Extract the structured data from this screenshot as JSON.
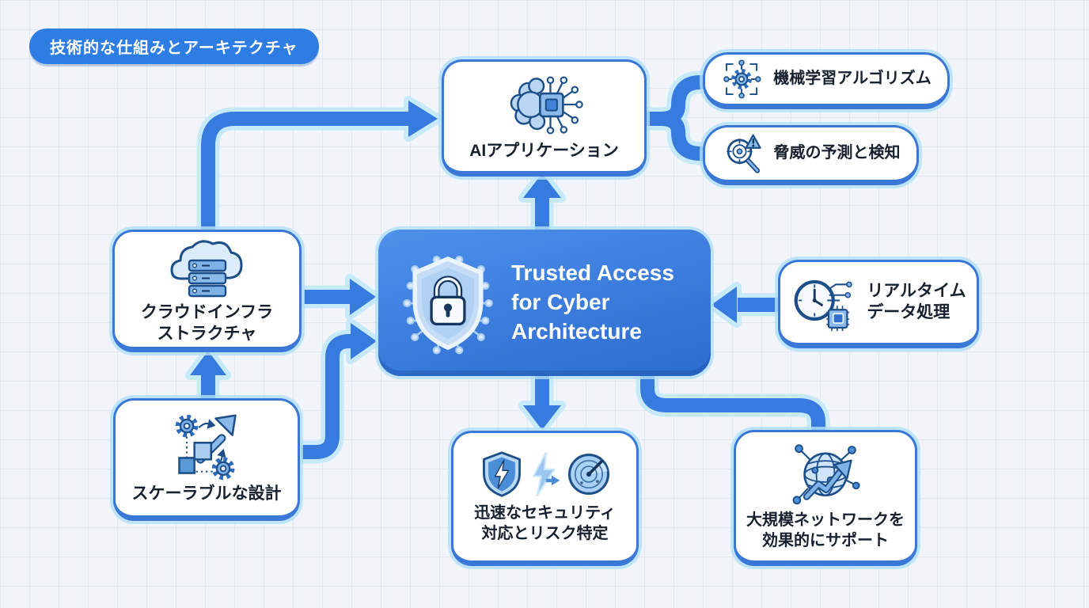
{
  "badge": {
    "label": "技術的な仕組みとアーキテクチャ"
  },
  "center": {
    "title_line1": "Trusted Access",
    "title_line2": "for Cyber",
    "title_line3": "Architecture",
    "icon": "shield-lock-circuit-icon"
  },
  "nodes": {
    "ai": {
      "label": "AIアプリケーション",
      "icon": "brain-chip-icon"
    },
    "ml": {
      "label": "機械学習アルゴリズム",
      "icon": "gear-network-icon"
    },
    "threat": {
      "label": "脅威の予測と検知",
      "icon": "radar-magnifier-alert-icon"
    },
    "cloud": {
      "label_line1": "クラウドインフラ",
      "label_line2": "ストラクチャ",
      "icon": "cloud-servers-icon"
    },
    "scalable": {
      "label": "スケーラブルな設計",
      "icon": "gears-scale-arrow-icon"
    },
    "realtime": {
      "label_line1": "リアルタイム",
      "label_line2": "データ処理",
      "icon": "clock-chip-circuit-icon"
    },
    "security": {
      "label_line1": "迅速なセキュリティ",
      "label_line2": "対応とリスク特定",
      "icons": [
        "shield-bolt-icon",
        "lightning-arrow-icon",
        "radar-icon"
      ]
    },
    "network": {
      "label_line1": "大規模ネットワークを",
      "label_line2": "効果的にサポート",
      "icon": "globe-growth-arrow-icon"
    }
  },
  "connections": [
    {
      "from": "cloud",
      "to": "ai",
      "arrowhead": true
    },
    {
      "from": "cloud",
      "to": "center",
      "arrowhead": true
    },
    {
      "from": "scalable",
      "to": "cloud",
      "arrowhead": true
    },
    {
      "from": "scalable",
      "to": "center",
      "arrowhead": true
    },
    {
      "from": "center",
      "to": "ai",
      "arrowhead": true
    },
    {
      "from": "ai",
      "to": "ml",
      "arrowhead": false
    },
    {
      "from": "ai",
      "to": "threat",
      "arrowhead": false
    },
    {
      "from": "realtime",
      "to": "center",
      "arrowhead": true
    },
    {
      "from": "center",
      "to": "security",
      "arrowhead": true
    },
    {
      "from": "center",
      "to": "network",
      "arrowhead": false
    }
  ],
  "colors": {
    "primary_blue": "#377BDE",
    "arrow_glow": "#C7EAFB",
    "node_border": "#3B77D6",
    "badge_blue": "#2E7DE2",
    "center_gradient_start": "#4E91EA",
    "center_gradient_end": "#2D6CCF",
    "background": "#F1F4F9",
    "grid_line": "#E2E8F1",
    "text_dark": "#17202E",
    "text_light": "#FFFFFF",
    "icon_outline": "#1C4E8A",
    "icon_mid_blue": "#7FB3E8",
    "icon_light_blue": "#CFE4F8"
  }
}
